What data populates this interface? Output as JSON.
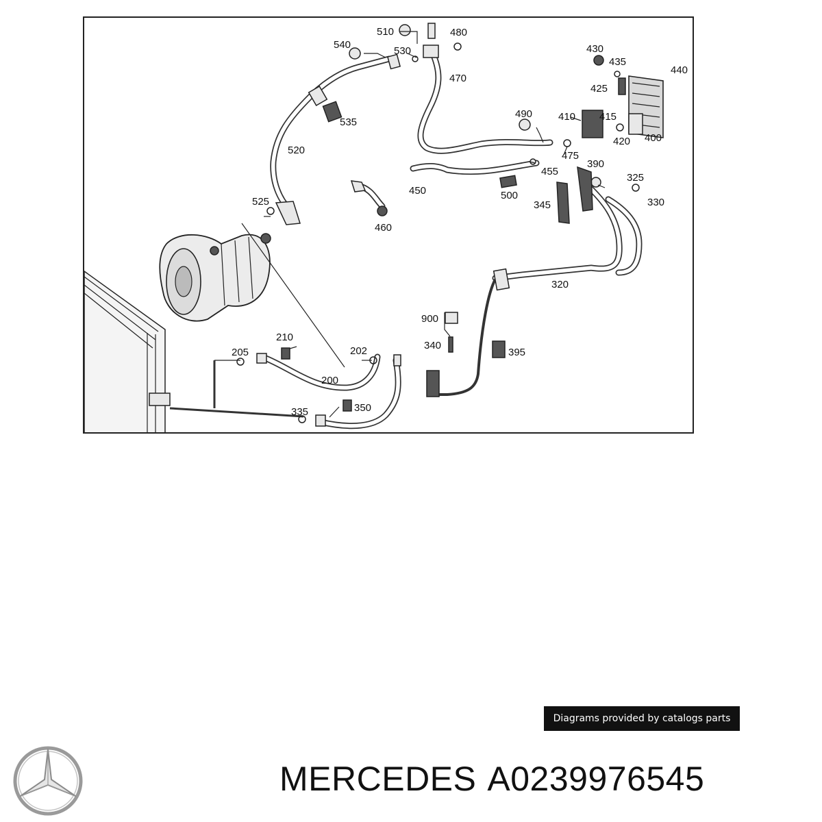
{
  "diagram": {
    "callouts": [
      "510",
      "480",
      "540",
      "530",
      "470",
      "430",
      "435",
      "440",
      "425",
      "535",
      "490",
      "410",
      "415",
      "420",
      "400",
      "520",
      "475",
      "455",
      "390",
      "325",
      "450",
      "500",
      "345",
      "330",
      "525",
      "460",
      "320",
      "900",
      "340",
      "395",
      "210",
      "205",
      "202",
      "200",
      "335",
      "350"
    ]
  },
  "credit": {
    "text": "Diagrams provided by catalogs parts"
  },
  "footer": {
    "brand": "MERCEDES",
    "part_number": "A0239976545"
  },
  "colors": {
    "background": "#ffffff",
    "ink": "#111111",
    "credit_bg": "#111111",
    "credit_text": "#ffffff",
    "logo": "#9a9a9a"
  },
  "icons": {
    "brand_logo": "mercedes-star-logo-icon"
  }
}
